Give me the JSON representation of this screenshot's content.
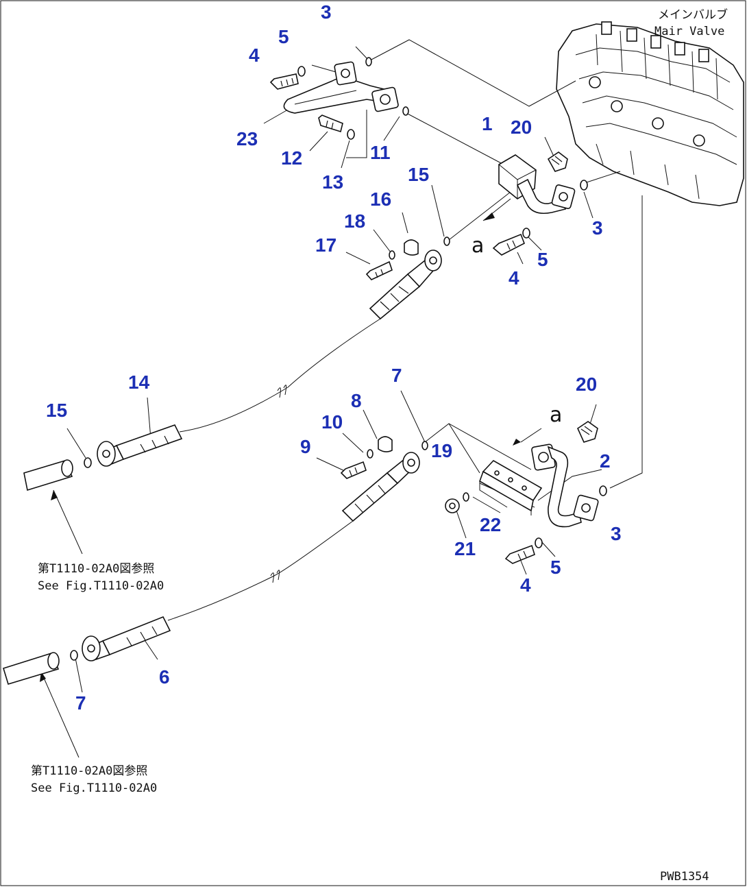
{
  "labels": {
    "main_valve_jp": "メインバルブ",
    "main_valve_en": "Mair Valve",
    "callout_a": "a",
    "ref_jp": "第T1110-02A0図参照",
    "ref_en": "See Fig.T1110-02A0",
    "drawing_code": "PWB1354"
  },
  "part_numbers": [
    "1",
    "2",
    "3",
    "4",
    "5",
    "6",
    "7",
    "8",
    "9",
    "10",
    "11",
    "12",
    "13",
    "14",
    "15",
    "16",
    "17",
    "18",
    "19",
    "20",
    "21",
    "22",
    "23"
  ],
  "colors": {
    "part_number": "#1c2fb4",
    "line": "#111111",
    "background": "#ffffff"
  }
}
